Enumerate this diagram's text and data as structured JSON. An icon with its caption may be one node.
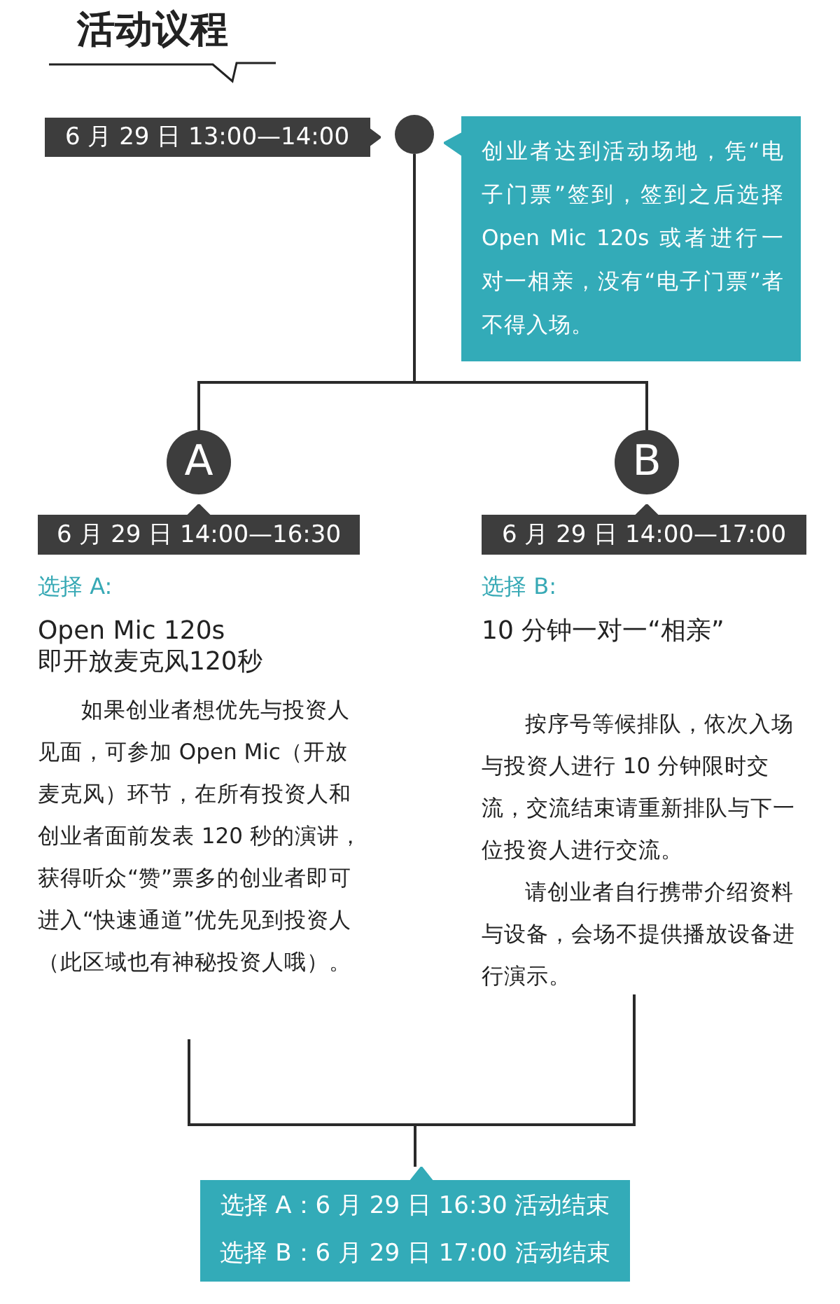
{
  "diagram": {
    "title": "活动议程",
    "nodes": [
      {
        "text": [
          "6 月 29 日 13:00—14:00"
        ]
      },
      {
        "text": [],
        "shape": "circle"
      },
      {
        "text": [
          "创业者达到活动场地，凭“电子门票”签到，签到之后选择 Open Mic 120s 或者进行一对一相亲，没有“电子门票”者不得入场。"
        ]
      },
      {
        "text": [
          "A"
        ]
      },
      {
        "text": [
          "B"
        ]
      },
      {
        "text": [
          "6 月 29 日 14:00—16:30"
        ]
      },
      {
        "text": [
          "6 月 29 日 14:00—17:00"
        ]
      },
      {
        "text": [
          "选择 A:",
          "Open Mic 120s 即开放麦克风120秒",
          "如果创业者想优先与投资人见面，可参加 Open Mic（开放麦克风）环节，在所有投资人和创业者面前发表 120 秒的演讲，获得听众“赞”票多的创业者即可进入“快速通道”优先见到投资人（此区域也有神秘投资人哦）。"
        ]
      },
      {
        "text": [
          "选择 B:",
          "10 分钟一对一“相亲”",
          "按序号等候排队，依次入场与投资人进行 10 分钟限时交流，交流结束请重新排队与下一位投资人进行交流。",
          "请创业者自行携带介绍资料与设备，会场不提供播放设备进行演示。"
        ]
      },
      {
        "text": [
          "选择 A：6 月 29 日 16:30 活动结束",
          "选择 B：6 月 29 日 17:00 活动结束"
        ]
      }
    ],
    "edges": [
      {
        "from": 1,
        "to": 3,
        "arrow": "none"
      },
      {
        "from": 1,
        "to": 4,
        "arrow": "none"
      },
      {
        "from": 7,
        "to": 9,
        "arrow": "none"
      },
      {
        "from": 8,
        "to": 9,
        "arrow": "none"
      }
    ]
  }
}
